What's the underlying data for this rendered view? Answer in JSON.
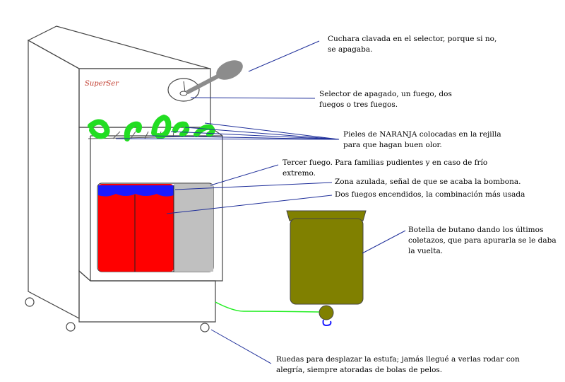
{
  "brand": "SuperSer",
  "colors": {
    "background": "#ffffff",
    "line": "#444444",
    "leader": "#1f2f9a",
    "red_flame": "#ff0000",
    "blue_zone": "#1a1aff",
    "off_panel": "#c0c0c0",
    "orange_peel": "#22dd22",
    "butane_bottle": "#808000",
    "hose": "#22ee22",
    "spoon": "#8c8c8c"
  },
  "annotations": {
    "spoon": "Cuchara clavada en el selector, porque si no,\nse apagaba.",
    "selector": "Selector de apagado, un fuego, dos\nfuegos o tres fuegos.",
    "peels": "Pieles de NARANJA colocadas en la rejilla\npara que hagan buen olor.",
    "third_fire": "Tercer fuego. Para familias pudientes y en caso de frío\nextremo.",
    "blue_zone": "Zona azulada, señal de que se acaba la bombona.",
    "two_fires": "Dos fuegos encendidos, la combinación más usada",
    "bottle": "Botella de butano dando los últimos\ncoletazos, que para apurarla se le daba\nla vuelta.",
    "wheels": "Ruedas para desplazar la estufa; jamás llegué a verlas rodar con\nalegría, siempre atoradas de bolas de pelos."
  }
}
